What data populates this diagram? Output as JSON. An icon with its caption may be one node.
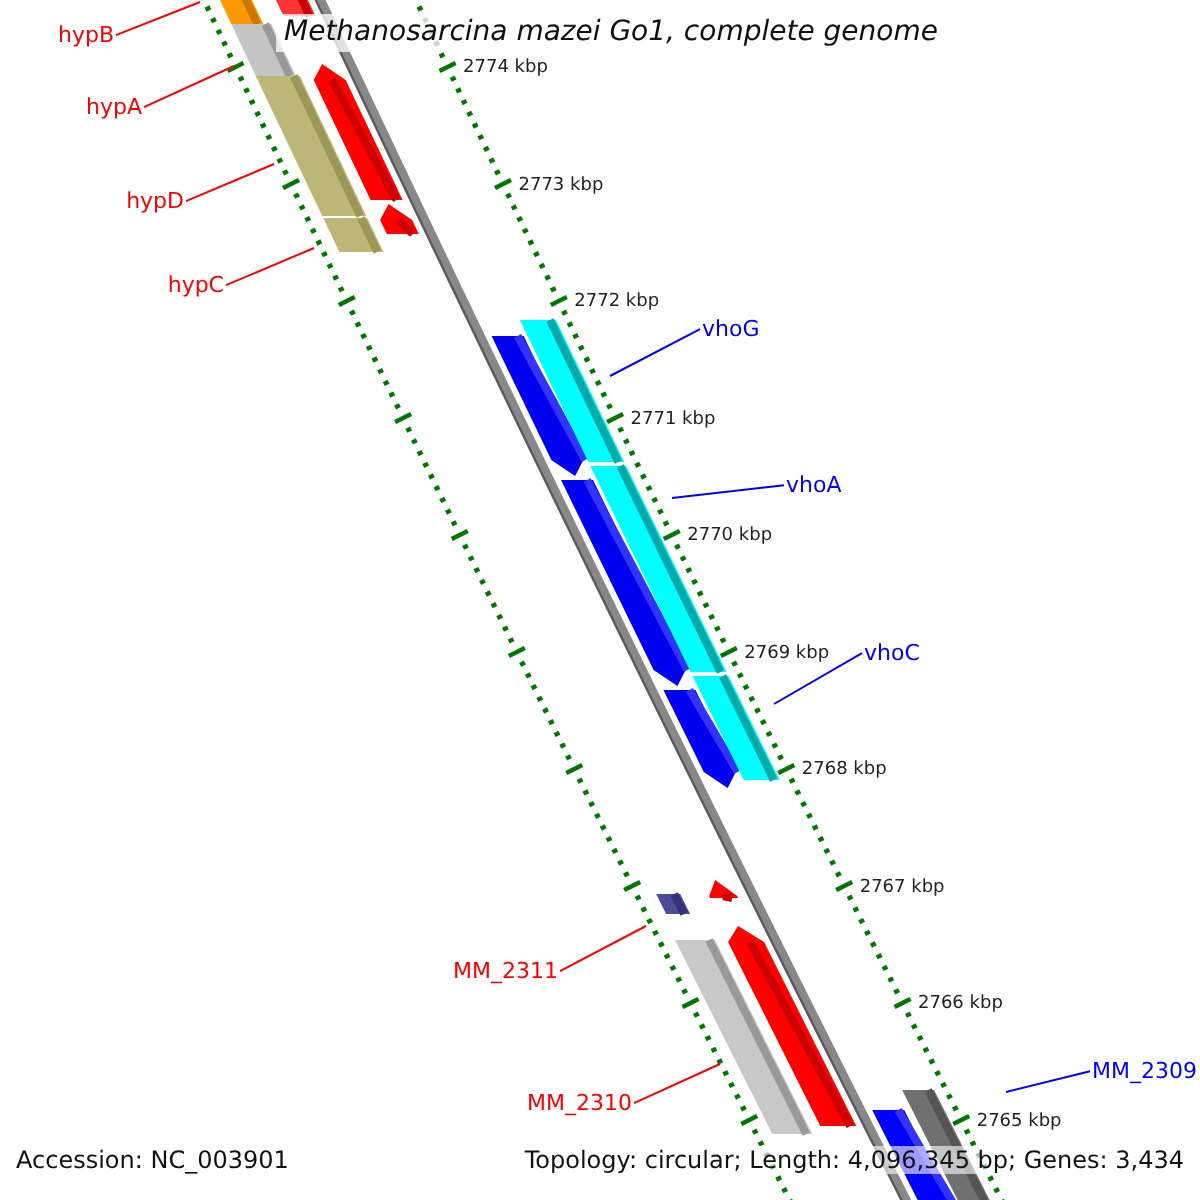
{
  "diagram": {
    "title": "Methanosarcina mazei Go1, complete genome",
    "nodes": [
      {
        "text": [
          "hypB"
        ]
      },
      {
        "text": [
          "hypA"
        ]
      },
      {
        "text": [
          "hypD"
        ]
      },
      {
        "text": [
          "hypC"
        ]
      },
      {
        "text": [
          "vhoG"
        ]
      },
      {
        "text": [
          "vhoA"
        ]
      },
      {
        "text": [
          "vhoC"
        ]
      },
      {
        "text": [
          "MM_2311"
        ]
      },
      {
        "text": [
          "MM_2310"
        ]
      },
      {
        "text": [
          "MM_2309"
        ]
      }
    ],
    "edges": [
      {
        "from": 0,
        "to": null,
        "arrow": "none"
      },
      {
        "from": 1,
        "to": null,
        "arrow": "none"
      },
      {
        "from": 2,
        "to": null,
        "arrow": "none"
      },
      {
        "from": 3,
        "to": null,
        "arrow": "none"
      },
      {
        "from": 4,
        "to": null,
        "arrow": "none",
        "color": "#0000ff"
      },
      {
        "from": 5,
        "to": null,
        "arrow": "none",
        "color": "#0000ff"
      },
      {
        "from": 6,
        "to": null,
        "arrow": "none",
        "color": "#0000ff"
      },
      {
        "from": 7,
        "to": null,
        "arrow": "none"
      },
      {
        "from": 8,
        "to": null,
        "arrow": "none"
      },
      {
        "from": 9,
        "to": null,
        "arrow": "none",
        "color": "#0000ff"
      }
    ],
    "labels": [
      "2774 kbp",
      "2773 kbp",
      "2772 kbp",
      "2771 kbp",
      "2770 kbp",
      "2769 kbp",
      "2768 kbp",
      "2767 kbp",
      "2766 kbp",
      "2765 kbp",
      "Accession: NC_003901",
      "Topology: circular; Length: 4,096,345 bp; Genes: 3,434"
    ]
  }
}
